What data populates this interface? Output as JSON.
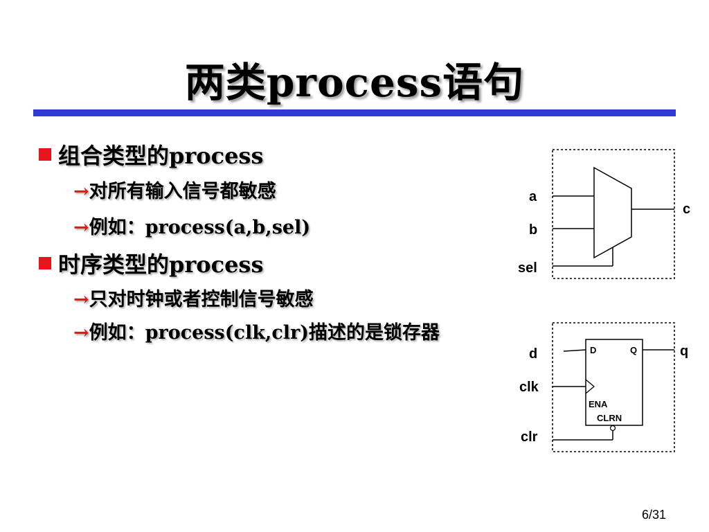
{
  "slide": {
    "title": "两类process语句",
    "page_number": "6/31"
  },
  "bullets": [
    {
      "text": "组合类型的process",
      "subs": [
        {
          "arrow": "→",
          "text": "对所有输入信号都敏感"
        },
        {
          "arrow": "→",
          "text": "例如：process(a,b,sel)"
        }
      ]
    },
    {
      "text": "时序类型的process",
      "subs": [
        {
          "arrow": "→",
          "text": "只对时钟或者控制信号敏感"
        },
        {
          "arrow": "→",
          "text": "例如：process(clk,clr)描述的是锁存器"
        }
      ]
    }
  ],
  "mux_diagram": {
    "inputs": [
      "a",
      "b",
      "sel"
    ],
    "output": "c"
  },
  "latch_diagram": {
    "inputs": [
      "d",
      "clk",
      "clr"
    ],
    "output": "q",
    "ports": {
      "d": "D",
      "q": "Q",
      "ena": "ENA",
      "clrn": "CLRN"
    }
  }
}
